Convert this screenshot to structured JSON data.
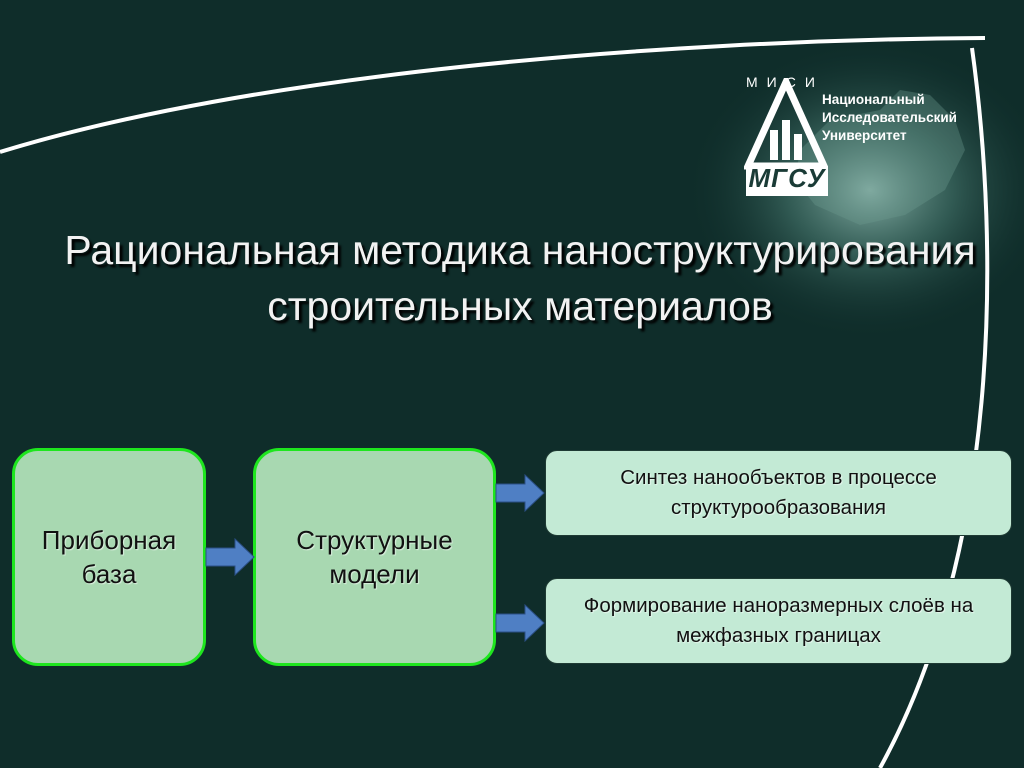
{
  "slide": {
    "title": "Рациональная методика наноструктурирования строительных материалов"
  },
  "logo": {
    "misi": "МИСИ",
    "line1": "Национальный",
    "line2": "Исследовательский",
    "line3": "Университет",
    "mgsu": "МГСУ"
  },
  "diagram": {
    "box1": "Приборная база",
    "box2": "Структурные модели",
    "box3": "Синтез нанообъектов в процессе структурообразования",
    "box4": "Формирование наноразмерных слоёв на межфазных границах"
  },
  "colors": {
    "background": "#0f2d2a",
    "big_box_fill": "#a8d8b1",
    "big_box_border": "#1ee61e",
    "small_box_fill": "#c3ead5",
    "arrow_fill": "#4f7fc4"
  }
}
